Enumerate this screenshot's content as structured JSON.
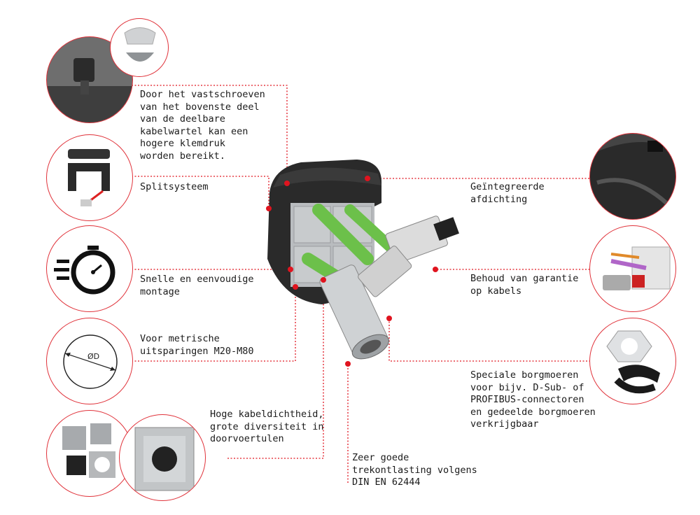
{
  "colors": {
    "accent": "#e0141f",
    "cable_green": "#6cc04a",
    "housing_black": "#2a2a2a",
    "grey_insert": "#b9bcbf"
  },
  "callouts": [
    {
      "id": "screw",
      "text": "Door het vastschroeven\nvan het bovenste deel\nvan de deelbare\nkabelwartel kan een\nhogere klemdruk\nworden bereikt.",
      "icon": "screw-icon"
    },
    {
      "id": "split",
      "text": "Splitsysteem",
      "icon": "split-frame-icon"
    },
    {
      "id": "quick",
      "text": "Snelle en eenvoudige\nmontage",
      "icon": "stopwatch-icon"
    },
    {
      "id": "metric",
      "text": "Voor metrische\nuitsparingen M20-M80",
      "icon": "diameter-icon"
    },
    {
      "id": "density",
      "text": "Hoge kabeldichtheid,\ngrote diversiteit in\ndoorvoertulen",
      "icon": "grommet-inserts-icon"
    },
    {
      "id": "strain",
      "text": "Zeer goede\ntrekontlasting volgens\nDIN EN 62444",
      "icon": null
    },
    {
      "id": "seal",
      "text": "Geïntegreerde\nafdichting",
      "icon": "seal-detail-icon"
    },
    {
      "id": "warranty",
      "text": "Behoud van garantie\nop kabels",
      "icon": "connector-icon"
    },
    {
      "id": "nuts",
      "text": "Speciale borgmoeren\nvoor bijv. D-Sub- of\nPROFIBUS-connectoren\nen gedeelde borgmoeren\nverkrijgbaar",
      "icon": "lock-nut-icon"
    }
  ],
  "diameter_label": "ØD"
}
